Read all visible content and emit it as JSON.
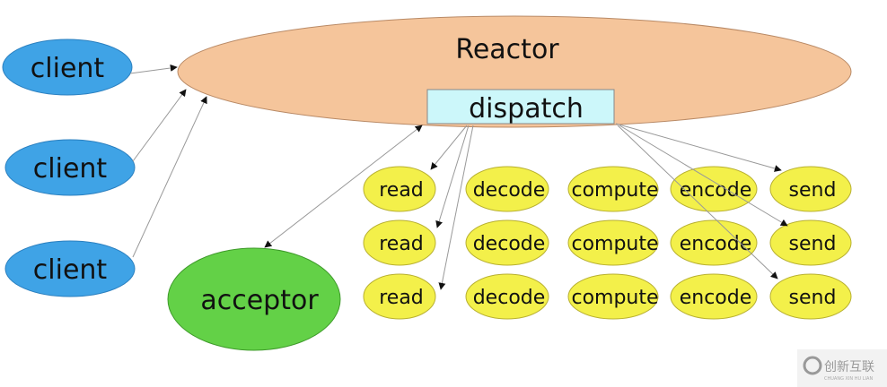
{
  "reactor": {
    "label": "Reactor",
    "dispatch_label": "dispatch"
  },
  "clients": [
    "client",
    "client",
    "client"
  ],
  "acceptor": {
    "label": "acceptor"
  },
  "handler_rows": [
    [
      "read",
      "decode",
      "compute",
      "encode",
      "send"
    ],
    [
      "read",
      "decode",
      "compute",
      "encode",
      "send"
    ],
    [
      "read",
      "decode",
      "compute",
      "encode",
      "send"
    ]
  ],
  "watermark": {
    "text": "创新互联",
    "subtext": "CHUANG XIN HU LIAN"
  },
  "colors": {
    "reactor": "#f5c59b",
    "dispatch": "#ccf7fa",
    "client": "#3fa3e6",
    "acceptor": "#63d147",
    "handler": "#f3f04a"
  }
}
